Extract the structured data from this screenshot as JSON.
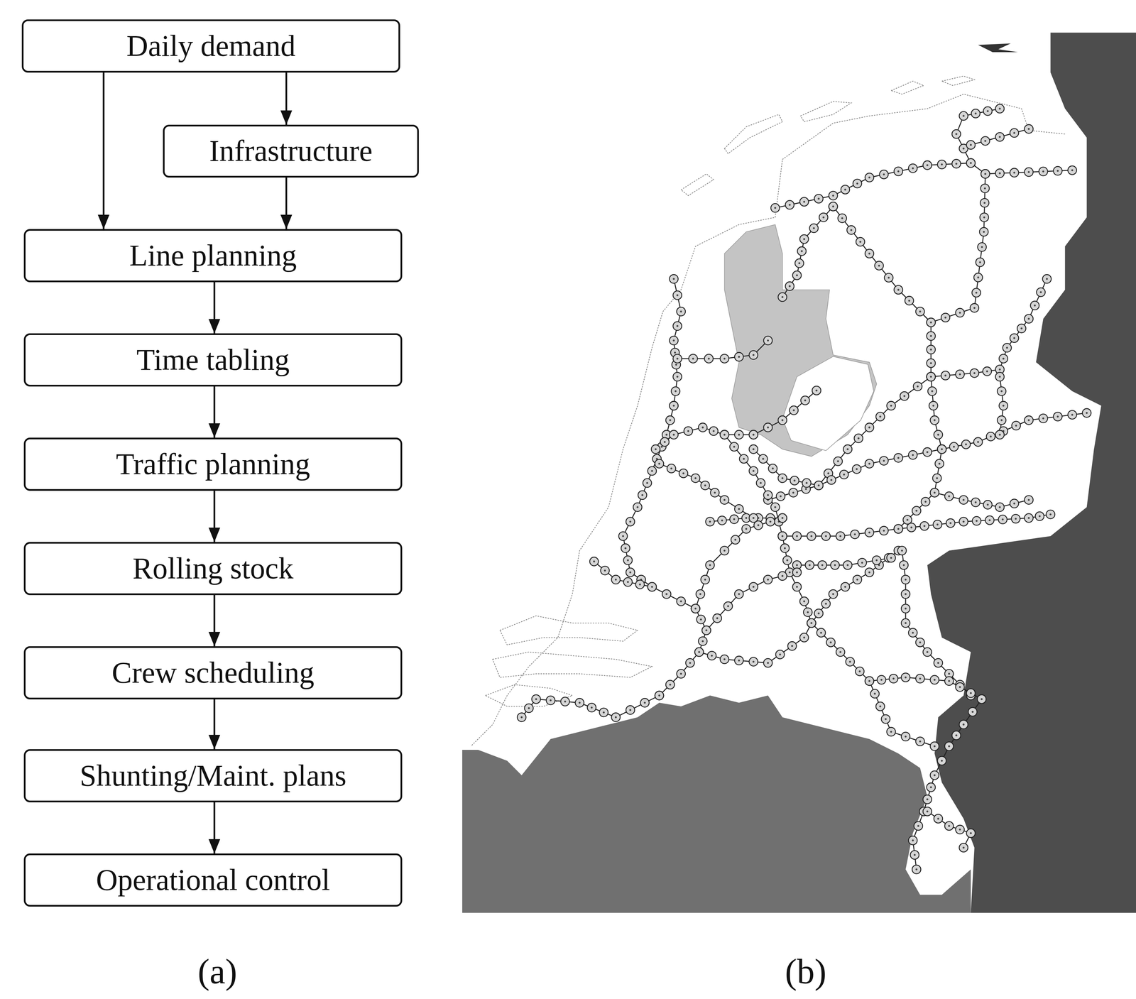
{
  "diagram": {
    "nodes": [
      {
        "text": [
          "Daily demand"
        ]
      },
      {
        "text": [
          "Infrastructure"
        ]
      },
      {
        "text": [
          "Line planning"
        ]
      },
      {
        "text": [
          "Time tabling"
        ]
      },
      {
        "text": [
          "Traffic planning"
        ]
      },
      {
        "text": [
          "Rolling stock"
        ]
      },
      {
        "text": [
          "Crew scheduling"
        ]
      },
      {
        "text": [
          "Shunting/Maint. plans"
        ]
      },
      {
        "text": [
          "Operational control"
        ]
      }
    ],
    "edges": [
      {
        "from": 0,
        "to": 1,
        "arrow": "to"
      },
      {
        "from": 0,
        "to": 2,
        "arrow": "to"
      },
      {
        "from": 1,
        "to": 2,
        "arrow": "to"
      },
      {
        "from": 2,
        "to": 3,
        "arrow": "to"
      },
      {
        "from": 3,
        "to": 4,
        "arrow": "to"
      },
      {
        "from": 4,
        "to": 5,
        "arrow": "to"
      },
      {
        "from": 5,
        "to": 6,
        "arrow": "to"
      },
      {
        "from": 6,
        "to": 7,
        "arrow": "to"
      },
      {
        "from": 7,
        "to": 8,
        "arrow": "to"
      }
    ],
    "labels": [
      "(a)",
      "(b)"
    ]
  }
}
